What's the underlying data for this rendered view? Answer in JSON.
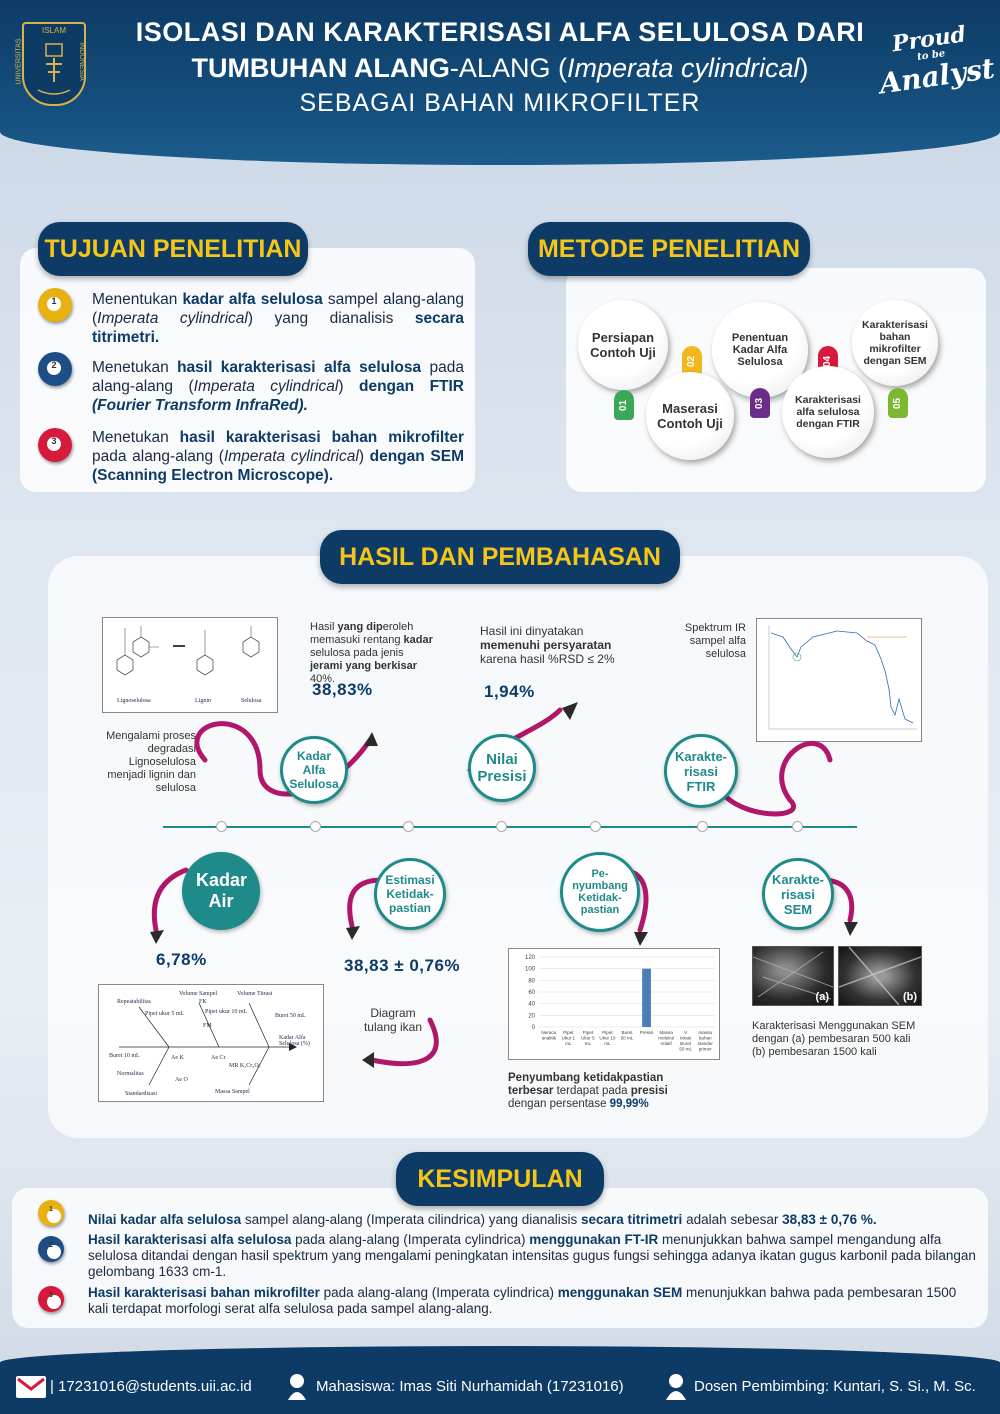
{
  "header": {
    "title_line1": "ISOLASI DAN KARAKTERISASI ALFA SELULOSA DARI",
    "title_line2_bold": "TUMBUHAN ALANG",
    "title_line2_rest": "-ALANG (",
    "title_line2_italic": "Imperata cylindrical",
    "title_line2_end": ")",
    "title_line3": "SEBAGAI BAHAN MIKROFILTER",
    "logo_top": "ISLAM",
    "logo_left": "UNIVERSITAS",
    "logo_right": "INDONESIA",
    "proud_line1": "Proud",
    "proud_line2": "to be",
    "proud_line3": "Analyst"
  },
  "tujuan": {
    "title": "TUJUAN PENELITIAN",
    "items": [
      {
        "num": "1",
        "a": "Menentukan ",
        "b": "kadar alfa selulosa",
        "c": " sampel alang-alang (",
        "d": "Imperata cylindrical",
        "e": ") yang dianalisis ",
        "f": "secara titrimetri."
      },
      {
        "num": "2",
        "a": "Menetukan ",
        "b": "hasil karakterisasi alfa selulosa",
        "c": " pada alang-alang (",
        "d": "Imperata cylindrical",
        "e": ") ",
        "f": "dengan FTIR",
        "g": "(Fourier Transform InfraRed)."
      },
      {
        "num": "3",
        "a": "Menetukan ",
        "b": "hasil karakterisasi bahan mikrofilter",
        "c": " pada alang-alang (",
        "d": "Imperata cylindrical",
        "e": ") ",
        "f": "dengan",
        "g": "SEM (Scanning Electron Microscope)."
      }
    ]
  },
  "metode": {
    "title": "METODE PENELITIAN",
    "steps": [
      {
        "num": "01",
        "label": "Persiapan Contoh Uji",
        "color": "#3aa856"
      },
      {
        "num": "02",
        "label": "Maserasi Contoh Uji",
        "color": "#f2b71c"
      },
      {
        "num": "03",
        "label": "Penentuan Kadar Alfa Selulosa",
        "color": "#6a2d8a"
      },
      {
        "num": "04",
        "label": "Karakterisasi alfa selulosa dengan FTIR",
        "color": "#d7193b"
      },
      {
        "num": "05",
        "label": "Karakterisasi bahan mikrofilter dengan SEM",
        "color": "#7cb82f"
      }
    ]
  },
  "hasil": {
    "title": "HASIL DAN PEMBAHASAN",
    "struct_labels": [
      "Lignoselulosa",
      "Lignin",
      "Selulosa"
    ],
    "degradasi_note": "Mengalami proses degradasi Lignoselulosa menjadi lignin dan selulosa",
    "kadar_note_a": "Hasil ",
    "kadar_note_b": "yang dip",
    "kadar_note_c": "eroleh memasuki rentang ",
    "kadar_note_d": "kadar",
    "kadar_note_e": " selulosa pada jenis ",
    "kadar_note_f": "jerami yang berkisar",
    "kadar_note_g": " 40%.",
    "kadar_value": "38,83%",
    "presisi_note_a": "Hasil ini dinyatakan ",
    "presisi_note_b": "memenuhi persyaratan",
    "presisi_note_c": " karena hasil %RSD ≤ 2%",
    "presisi_value": "1,94%",
    "ftir_note": "Spektrum IR sampel alfa selulosa",
    "nodes_top": [
      "Kadar Alfa Selulosa",
      "Nilai Presisi",
      "Karakte-risasi FTIR"
    ],
    "nodes_bottom": [
      "Kadar Air",
      "Estimasi Ketidak-pastian",
      "Pe-nyumbang Ketidak-pastian",
      "Karakte-risasi SEM"
    ],
    "kadar_air_value": "6,78%",
    "estimasi_value": "38,83 ± 0,76%",
    "tulang_note": "Diagram tulang ikan",
    "fishbone_labels": [
      "Repeatabilitas",
      "Volume Sampel",
      "Volume Titrasi",
      "Kadar Alfa Selulosa (%)",
      "Standardisasi",
      "Massa Sampel",
      "Buret 10 mL",
      "Normalitas",
      "Pipet ukur 5 mL",
      "Pipet ukur 10 mL",
      "Buret 50 mL",
      "FK",
      "FM",
      "Ae K",
      "Ae Cr",
      "MR K₂Cr₂O₇",
      "Ae O"
    ],
    "sem_note": "Karakterisasi Menggunakan SEM dengan (a) pembesaran 500 kali (b) pembesaran 1500 kali",
    "sem_labels": [
      "(a)",
      "(b)"
    ],
    "penyumbang_note_a": "Penyumbang ketidakpastian terbesar",
    "penyumbang_note_b": " terdapat pada ",
    "penyumbang_note_c": "presisi",
    "penyumbang_note_d": " dengan persentase ",
    "penyumbang_note_e": "99,99%"
  },
  "chart_data": {
    "type": "bar",
    "categories": [
      "Neraca analitik",
      "Pipet Ukur 1 mL",
      "Pipet Ukur 5 mL",
      "Pipet Ukur 10 mL",
      "Buret 50 mL",
      "Presisi",
      "Massa molekul relatif",
      "V titrasi Buret 50 mL",
      "massa bahan standar primer"
    ],
    "values": [
      0,
      0,
      0,
      0,
      0,
      99.99,
      0,
      0,
      0
    ],
    "ylim": [
      0,
      120
    ],
    "yticks": [
      "0",
      "20",
      "40",
      "60",
      "80",
      "100",
      "120"
    ],
    "bar_color": "#4a7ebb",
    "grid": true
  },
  "kesimpulan": {
    "title": "KESIMPULAN",
    "items": [
      {
        "num": "1",
        "a": "Nilai kadar alfa selulosa",
        "b": " sampel alang-alang (Imperata cilindrica) yang dianalisis ",
        "c": "secara titrimetri",
        "d": "  adalah sebesar ",
        "e": "38,83 ± 0,76 %."
      },
      {
        "num": "2",
        "a": "Hasil karakterisasi alfa selulosa",
        "b": " pada alang-alang (Imperata cylindrica) ",
        "c": "menggunakan FT-IR",
        "d": " menunjukkan bahwa sampel mengandung alfa selulosa ditandai dengan hasil spektrum yang mengalami peningkatan intensitas gugus fungsi sehingga adanya ikatan gugus karbonil pada bilangan gelombang 1633 cm-1."
      },
      {
        "num": "3",
        "a": "Hasil karakterisasi bahan mikrofilter",
        "b": " pada alang-alang (Imperata cylindrica) ",
        "c": "menggunakan SEM",
        "d": " menunjukkan bahwa pada pembesaran 1500 kali terdapat morfologi serat alfa selulosa pada sampel alang-alang."
      }
    ]
  },
  "footer": {
    "email": "| 17231016@students.uii.ac.id",
    "mahasiswa": "Mahasiswa: Imas Siti Nurhamidah (17231016)",
    "dosen": "Dosen Pembimbing: Kuntari, S. Si., M. Sc."
  },
  "colors": {
    "navy": "#0d3b66",
    "gold": "#f5c518",
    "teal": "#1e8a8a",
    "magenta": "#b0176b"
  }
}
